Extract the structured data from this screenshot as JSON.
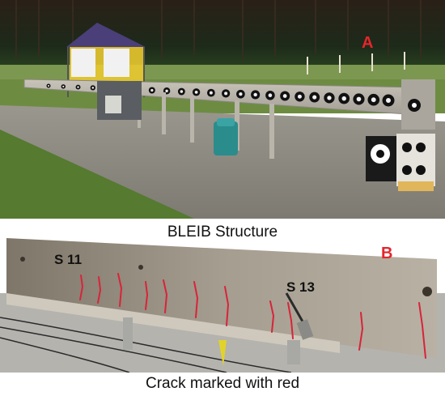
{
  "panel_a": {
    "label": "A",
    "caption": "BLEIB Structure"
  },
  "panel_b": {
    "label": "B",
    "caption": "Crack marked with red",
    "section_labels": [
      "S 11",
      "S 13"
    ]
  },
  "colors": {
    "label_red": "#e3262b",
    "crack_red": "#d9233a",
    "forest": "#1f2b1c",
    "grass": "#5f7f3a",
    "concrete": "#8f8c84",
    "tent_purple": "#4a3f78"
  }
}
